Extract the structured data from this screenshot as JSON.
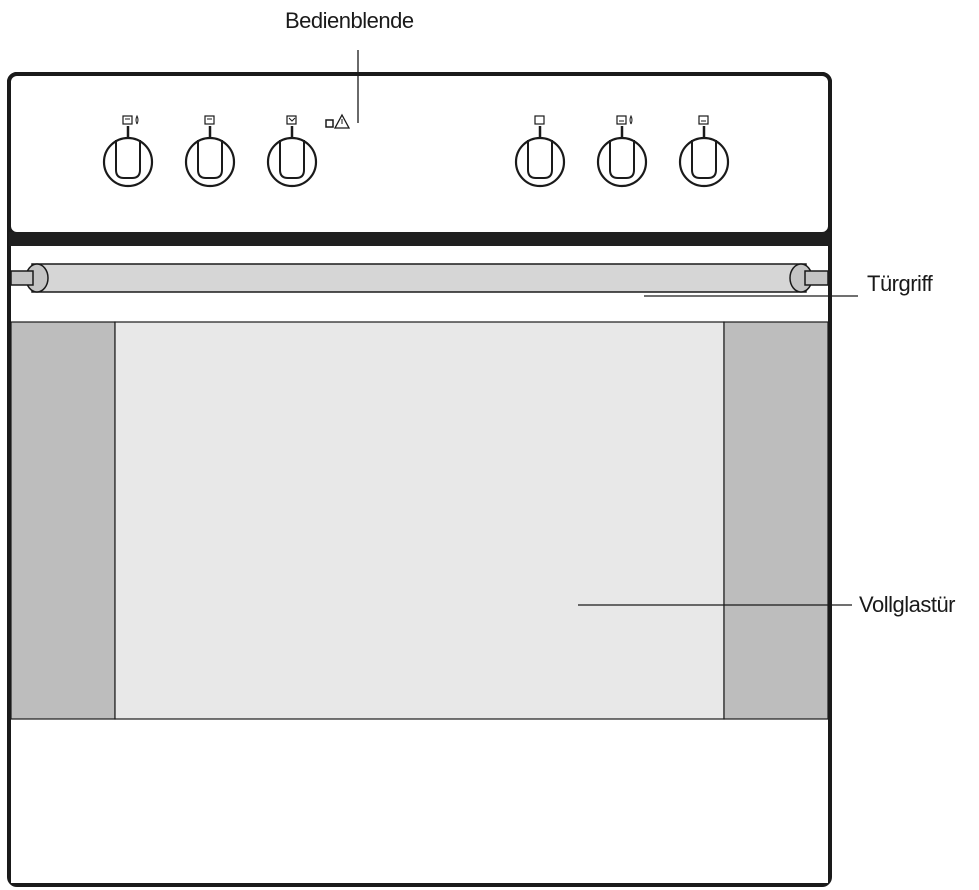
{
  "labels": {
    "control_panel": "Bedienblende",
    "door_handle": "Türgriff",
    "glass_door": "Vollglastür"
  },
  "knobs": {
    "left_group": [
      {
        "symbol": "top-heat-flame-icon"
      },
      {
        "symbol": "top-heat-icon"
      },
      {
        "symbol": "grill-icon"
      }
    ],
    "indicators": [
      "indicator-square-icon",
      "warning-triangle-icon"
    ],
    "right_group": [
      {
        "symbol": "oven-off-icon"
      },
      {
        "symbol": "bottom-heat-flame-icon"
      },
      {
        "symbol": "bottom-heat-icon"
      }
    ]
  },
  "colors": {
    "outline": "#1a1a1a",
    "panel_bg": "#ffffff",
    "glass": "#e8e8e8",
    "glass_side": "#bdbdbd",
    "handle": "#cfcfcf"
  }
}
